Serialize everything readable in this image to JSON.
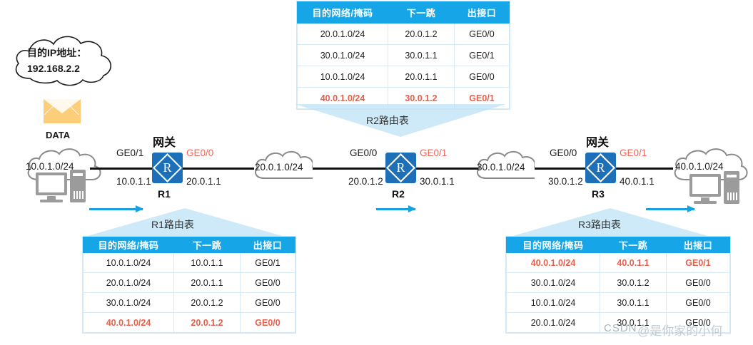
{
  "diagram": {
    "title": "Routing table forwarding diagram",
    "source_cloud": {
      "label_line1": "目的IP地址：",
      "label_line2": "192.168.2.2"
    },
    "data_label": "DATA",
    "gateway_label": "网关",
    "networks": {
      "left": "10.0.1.0/24",
      "mid_left": "20.0.1.0/24",
      "mid_right": "30.0.1.0/24",
      "right": "40.0.1.0/24"
    },
    "routers": [
      {
        "name": "R1",
        "gateway": true,
        "left_iface": "GE0/1",
        "left_ip": "10.0.1.1",
        "right_iface": "GE0/0",
        "right_ip": "20.0.1.1",
        "right_iface_red": true
      },
      {
        "name": "R2",
        "gateway": false,
        "left_iface": "GE0/0",
        "left_ip": "20.0.1.2",
        "right_iface": "GE0/1",
        "right_ip": "30.0.1.1",
        "right_iface_red": true
      },
      {
        "name": "R3",
        "gateway": true,
        "left_iface": "GE0/0",
        "left_ip": "30.0.1.2",
        "right_iface": "GE0/1",
        "right_ip": "40.0.1.1",
        "right_iface_red": true
      }
    ],
    "router_glyph": "R",
    "table_headers": [
      "目的网络/掩码",
      "下一跳",
      "出接口"
    ],
    "tables": [
      {
        "caption": "R1路由表",
        "rows": [
          {
            "cells": [
              "10.0.1.0/24",
              "10.0.1.1",
              "GE0/1"
            ],
            "highlight": false
          },
          {
            "cells": [
              "20.0.1.0/24",
              "20.0.1.1",
              "GE0/0"
            ],
            "highlight": false
          },
          {
            "cells": [
              "30.0.1.0/24",
              "20.0.1.2",
              "GE0/0"
            ],
            "highlight": false
          },
          {
            "cells": [
              "40.0.1.0/24",
              "20.0.1.2",
              "GE0/0"
            ],
            "highlight": true
          }
        ]
      },
      {
        "caption": "R2路由表",
        "rows": [
          {
            "cells": [
              "20.0.1.0/24",
              "20.0.1.2",
              "GE0/0"
            ],
            "highlight": false
          },
          {
            "cells": [
              "30.0.1.0/24",
              "30.0.1.1",
              "GE0/1"
            ],
            "highlight": false
          },
          {
            "cells": [
              "10.0.1.0/24",
              "20.0.1.1",
              "GE0/0"
            ],
            "highlight": false
          },
          {
            "cells": [
              "40.0.1.0/24",
              "30.0.1.2",
              "GE0/1"
            ],
            "highlight": true
          }
        ]
      },
      {
        "caption": "R3路由表",
        "rows": [
          {
            "cells": [
              "40.0.1.0/24",
              "40.0.1.1",
              "GE0/1"
            ],
            "highlight": true
          },
          {
            "cells": [
              "30.0.1.0/24",
              "30.0.1.2",
              "GE0/0"
            ],
            "highlight": false
          },
          {
            "cells": [
              "10.0.1.0/24",
              "30.0.1.1",
              "GE0/0"
            ],
            "highlight": false
          },
          {
            "cells": [
              "20.0.1.0/24",
              "30.0.1.1",
              "GE0/0"
            ],
            "highlight": false
          }
        ]
      }
    ],
    "watermark": {
      "site": "CSDN",
      "handle": "@是你家的小何"
    },
    "colors": {
      "header_blue": "#16a6e8",
      "router_blue": "#1d6fb8",
      "highlight_red": "#e8604c",
      "iface_red": "#f4655a",
      "arrow_blue": "#18a0e0",
      "callout_blue": "#bde3f6",
      "envelope_amber": "#fcce79",
      "cloud_gray": "#8a8a8a"
    }
  }
}
